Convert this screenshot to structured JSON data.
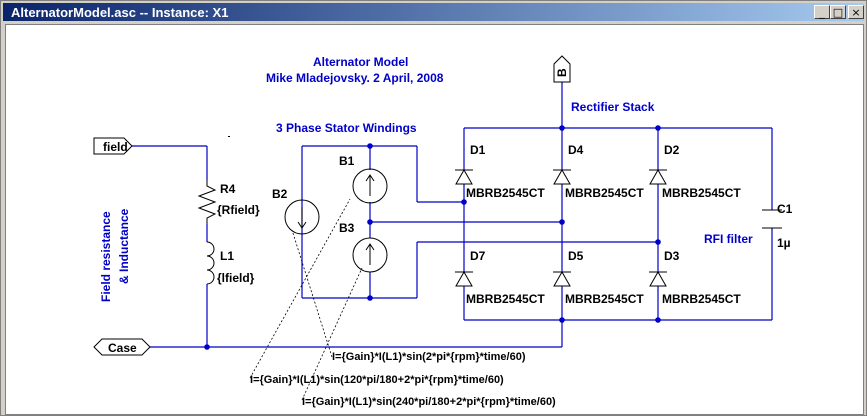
{
  "window": {
    "title": "AlternatorModel.asc -- Instance: X1",
    "minimize_glyph": "_",
    "maximize_glyph": "□",
    "close_glyph": "×"
  },
  "schematic": {
    "title_line1": "Alternator Model",
    "title_line2": "Mike Mladejovsky. 2 April, 2008",
    "stator_label": "3 Phase Stator Windings",
    "rectifier_label": "Rectifier Stack",
    "field_label_line1": "Field resistance",
    "field_label_line2": "& Inductance",
    "rfi_label": "RFI filter",
    "ports": {
      "field": "field",
      "case": "Case",
      "b": "B"
    },
    "resistor": {
      "name": "R4",
      "value": "{Rfield}"
    },
    "inductor": {
      "name": "L1",
      "value": "{lfield}"
    },
    "capacitor": {
      "name": "C1",
      "value": "1µ"
    },
    "sources": {
      "b1": "B1",
      "b2": "B2",
      "b3": "B3"
    },
    "diodes": {
      "d1": {
        "name": "D1",
        "model": "MBRB2545CT"
      },
      "d2": {
        "name": "D2",
        "model": "MBRB2545CT"
      },
      "d3": {
        "name": "D3",
        "model": "MBRB2545CT"
      },
      "d4": {
        "name": "D4",
        "model": "MBRB2545CT"
      },
      "d5": {
        "name": "D5",
        "model": "MBRB2545CT"
      },
      "d7": {
        "name": "D7",
        "model": "MBRB2545CT"
      }
    },
    "expressions": [
      "I={Gain}*I(L1)*sin(2*pi*{rpm}*time/60)",
      "I={Gain}*I(L1)*sin(120*pi/180+2*pi*{rpm}*time/60)",
      "I={Gain}*I(L1)*sin(240*pi/180+2*pi*{rpm}*time/60)"
    ],
    "colors": {
      "wire": "#0000c8",
      "component": "#000000",
      "background": "#ffffff"
    }
  }
}
